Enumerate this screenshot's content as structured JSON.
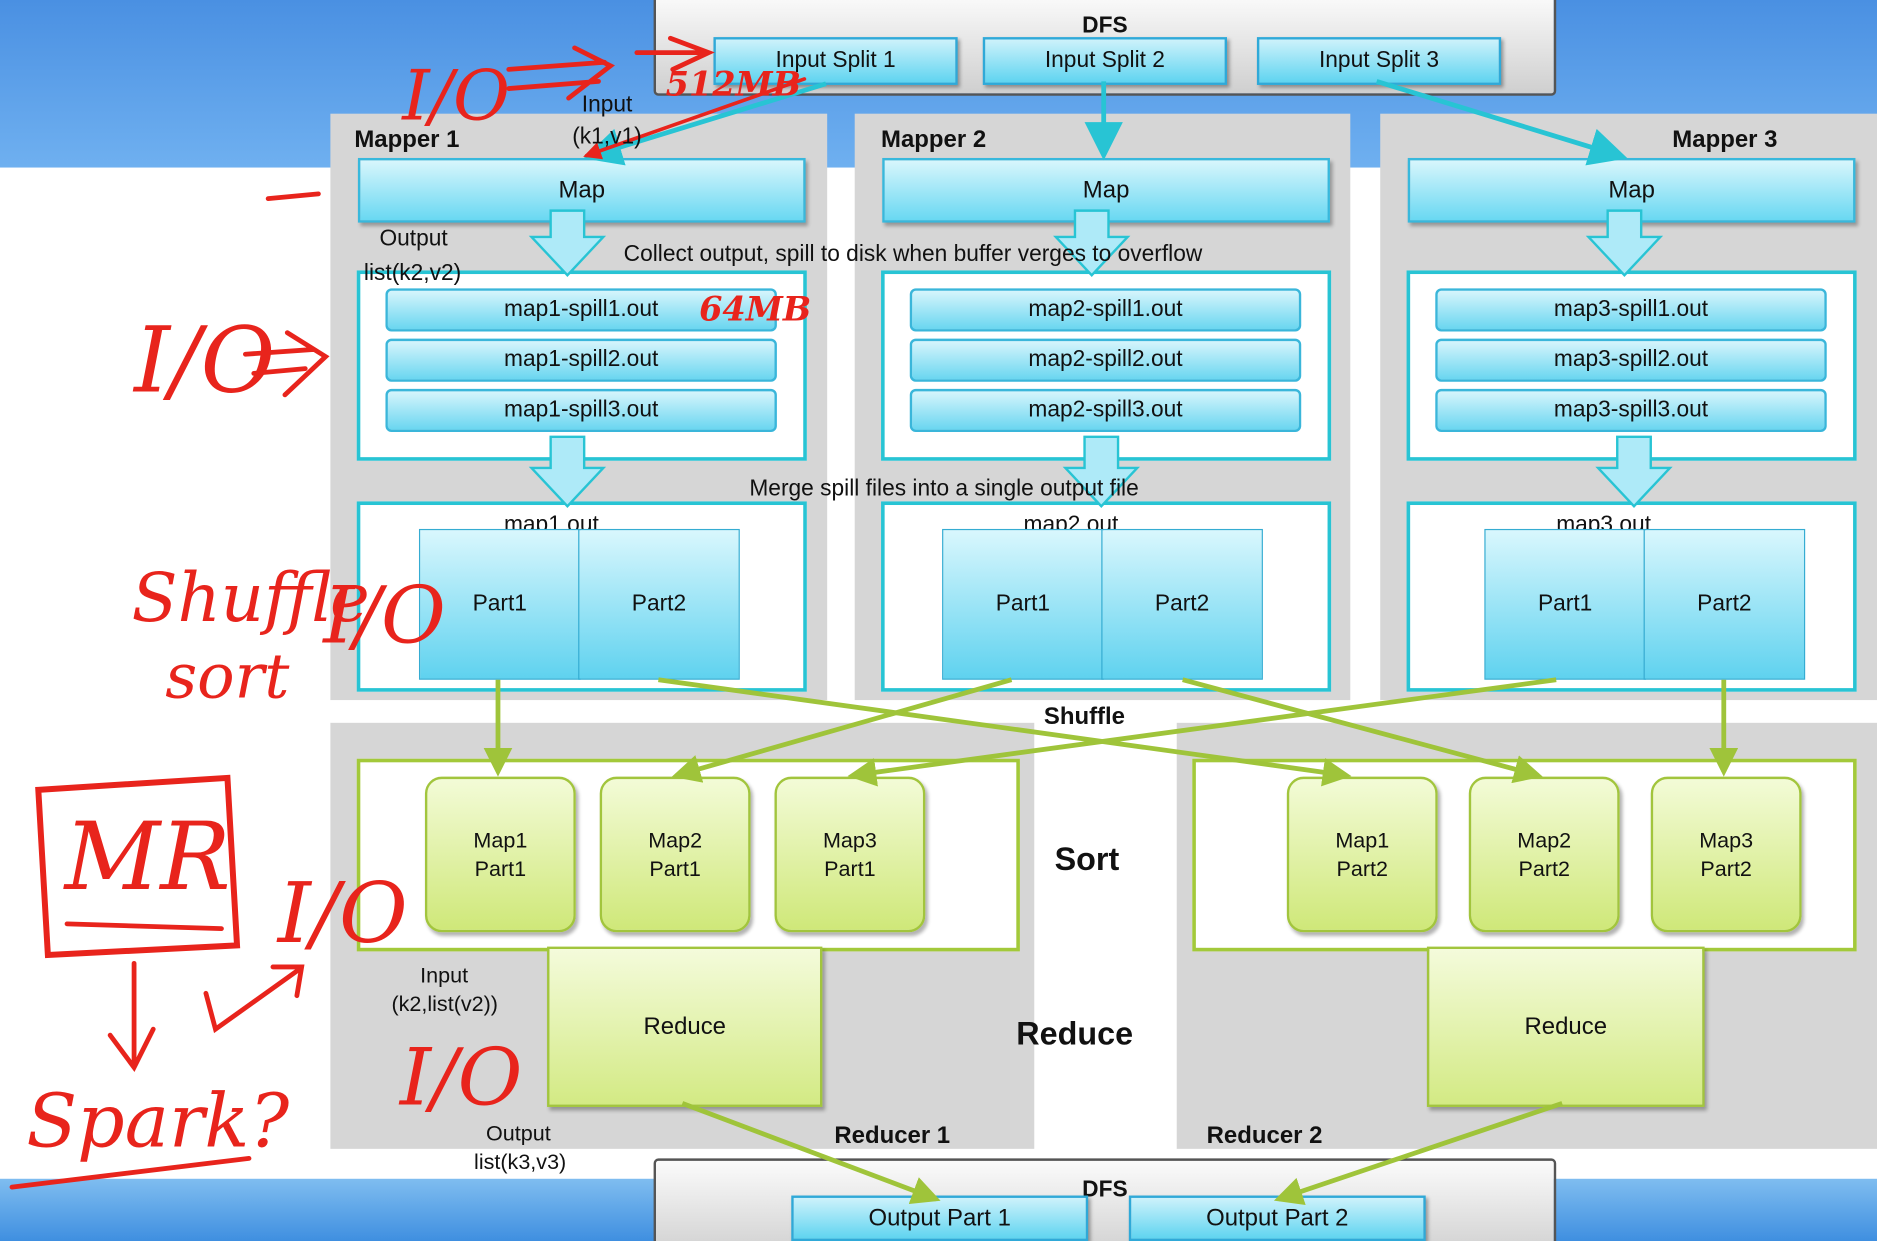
{
  "dfs_top": {
    "title": "DFS",
    "splits": [
      "Input Split 1",
      "Input Split 2",
      "Input Split 3"
    ]
  },
  "mappers": [
    {
      "title": "Mapper 1",
      "map": "Map",
      "spills": [
        "map1-spill1.out",
        "map1-spill2.out",
        "map1-spill3.out"
      ],
      "out_label": "map1.out",
      "parts": [
        "Part1",
        "Part2"
      ]
    },
    {
      "title": "Mapper 2",
      "map": "Map",
      "spills": [
        "map2-spill1.out",
        "map2-spill2.out",
        "map2-spill3.out"
      ],
      "out_label": "map2.out",
      "parts": [
        "Part1",
        "Part2"
      ]
    },
    {
      "title": "Mapper 3",
      "map": "Map",
      "spills": [
        "map3-spill1.out",
        "map3-spill2.out",
        "map3-spill3.out"
      ],
      "out_label": "map3.out",
      "parts": [
        "Part1",
        "Part2"
      ]
    }
  ],
  "labels": {
    "input": "Input",
    "input_kv": "(k1,v1)",
    "output": "Output",
    "output_list": "list(k2,v2)",
    "collect": "Collect output, spill to disk when buffer verges to overflow",
    "merge": "Merge spill files into a single output file",
    "shuffle": "Shuffle",
    "sort": "Sort",
    "reduce_phase": "Reduce",
    "reduce_input": "Input",
    "reduce_input_kv": "(k2,list(v2))",
    "reduce_output": "Output",
    "reduce_output_list": "list(k3,v3)"
  },
  "reducers": [
    {
      "title": "Reducer 1",
      "parts": [
        [
          "Map1",
          "Part1"
        ],
        [
          "Map2",
          "Part1"
        ],
        [
          "Map3",
          "Part1"
        ]
      ],
      "reduce": "Reduce"
    },
    {
      "title": "Reducer 2",
      "parts": [
        [
          "Map1",
          "Part2"
        ],
        [
          "Map2",
          "Part2"
        ],
        [
          "Map3",
          "Part2"
        ]
      ],
      "reduce": "Reduce"
    }
  ],
  "dfs_bottom": {
    "title": "DFS",
    "outputs": [
      "Output Part 1",
      "Output Part 2"
    ]
  },
  "annotations": {
    "io_top": "I/O",
    "io_size_top": "512MB",
    "size_spill": "64MB",
    "io_mid": "I/O",
    "shuffle_sort_1": "Shuffle",
    "shuffle_sort_2": "sort",
    "io_shuffle": "I/O",
    "mr": "MR",
    "io_mr": "I/O",
    "io_reduce": "I/O",
    "spark": "Spark?"
  },
  "colors": {
    "cyan": "#28c4d4",
    "green": "#a3c93a",
    "ink": "#e8241c"
  }
}
